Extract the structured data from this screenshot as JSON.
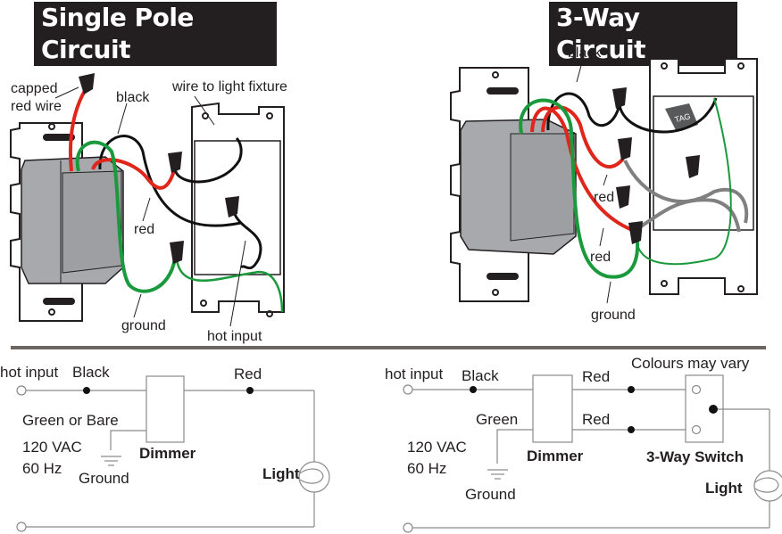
{
  "titles": {
    "single_pole": "Single Pole Circuit",
    "three_way": "3-Way Circuit"
  },
  "single_pole_illustration": {
    "labels": {
      "capped_line1": "capped",
      "capped_line2": "red wire",
      "black": "black",
      "wire_to_fixture": "wire to light fixture",
      "red": "red",
      "ground": "ground",
      "hot_input": "hot input"
    }
  },
  "three_way_illustration": {
    "labels": {
      "black": "black",
      "tag": "TAG",
      "red1": "red",
      "red2": "red",
      "ground": "ground"
    }
  },
  "single_pole_schematic": {
    "hot_input": "hot input",
    "black": "Black",
    "red": "Red",
    "green": "Green or Bare",
    "voltage": "120 VAC",
    "frequency": "60 Hz",
    "ground": "Ground",
    "dimmer": "Dimmer",
    "light": "Light"
  },
  "three_way_schematic": {
    "hot_input": "hot input",
    "black": "Black",
    "red1": "Red",
    "red2": "Red",
    "green": "Green",
    "voltage": "120 VAC",
    "frequency": "60 Hz",
    "ground": "Ground",
    "dimmer": "Dimmer",
    "switch": "3-Way Switch",
    "light": "Light",
    "note": "Colours may vary"
  },
  "colors": {
    "title_bg": "#231f20",
    "red_wire": "#e0251b",
    "green_wire": "#1a9a3c",
    "black_wire": "#111111",
    "gray_wire": "#808080",
    "dimmer_body": "#a7a9ac",
    "separator": "#6d6560",
    "schematic_line": "#8a8a8a"
  }
}
